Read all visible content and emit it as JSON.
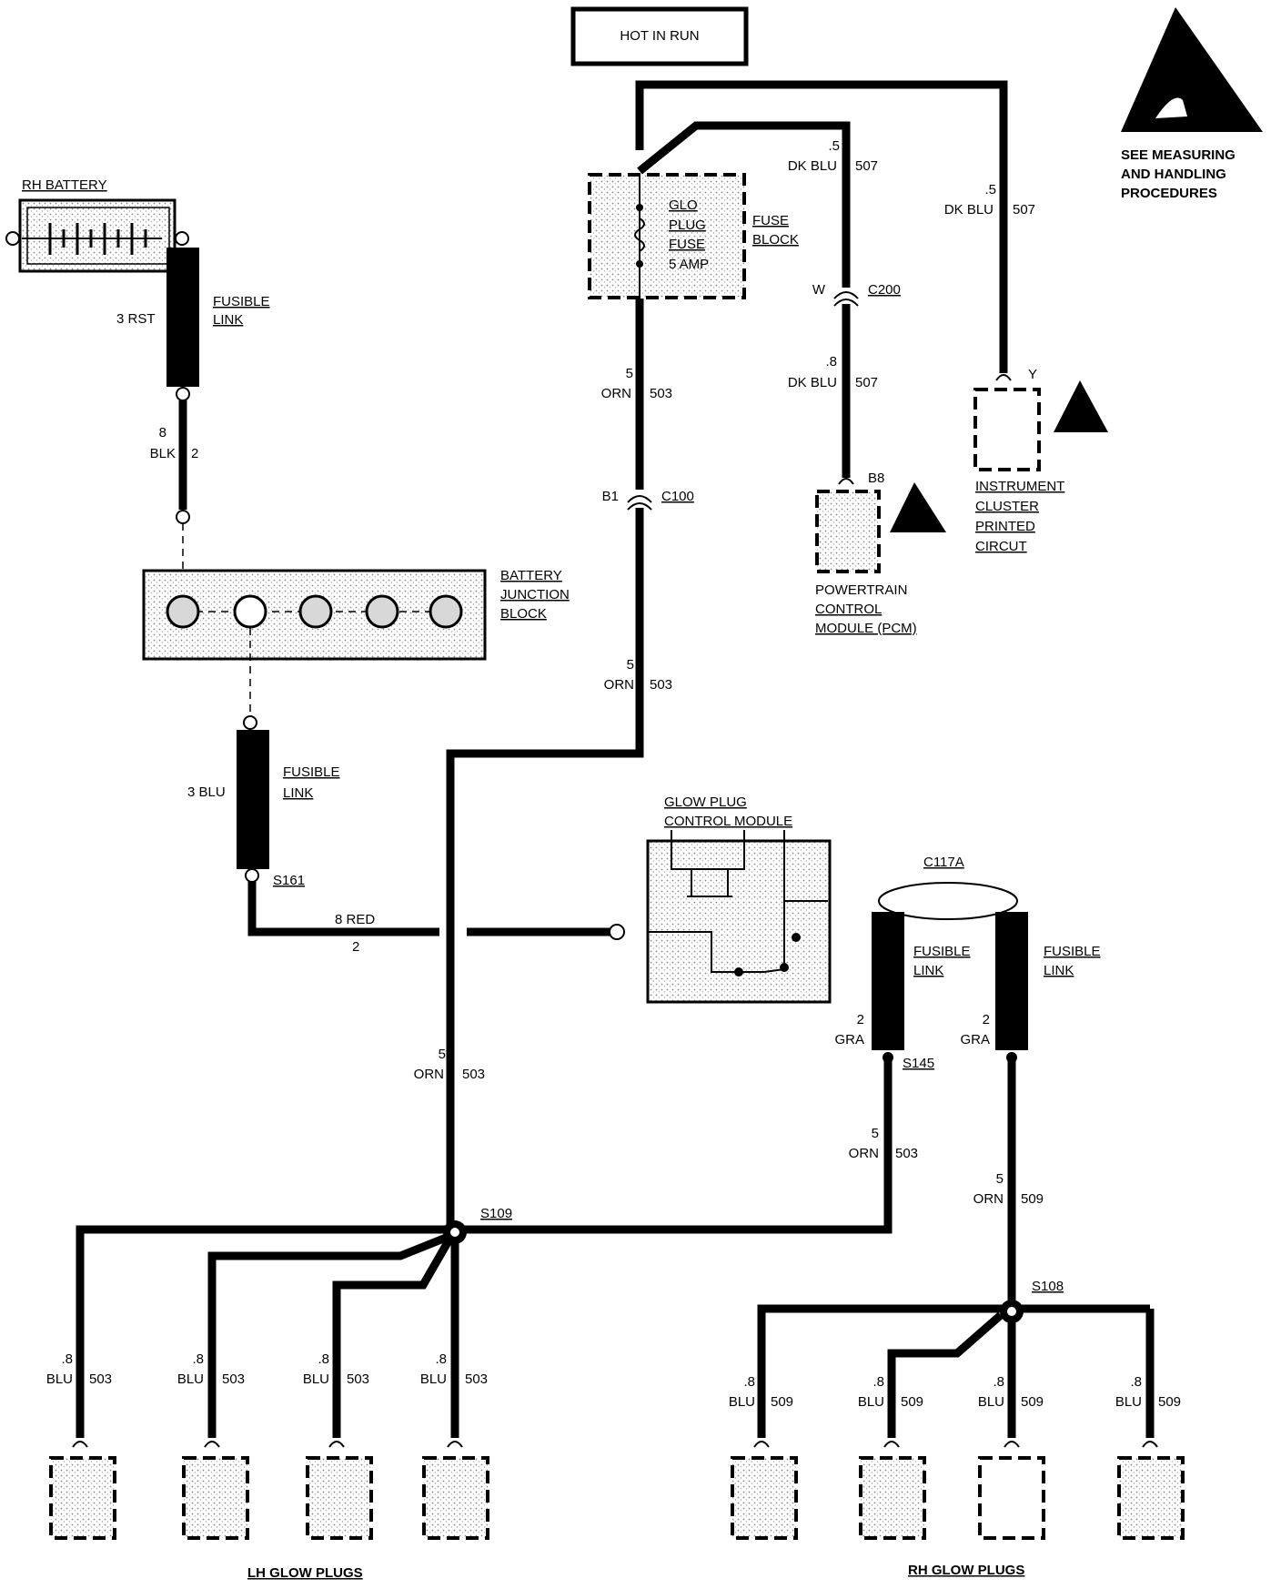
{
  "header": {
    "hot_label": "HOT IN RUN"
  },
  "esd_notice": {
    "line1": "SEE MEASURING",
    "line2": "AND HANDLING",
    "line3": "PROCEDURES"
  },
  "battery": {
    "label": "RH BATTERY",
    "wire_gauge_color": "3 RST",
    "wire_lower_gauge": "8",
    "wire_lower_color": "BLK",
    "wire_lower_circuit": "2"
  },
  "fusible_link_1": {
    "line1": "FUSIBLE",
    "line2": "LINK"
  },
  "junction_block": {
    "line1": "BATTERY",
    "line2": "JUNCTION",
    "line3": "BLOCK"
  },
  "fusible_link_2": {
    "line1": "FUSIBLE",
    "line2": "LINK",
    "wire": "3 BLU",
    "splice": "S161",
    "out_wire": "8 RED",
    "out_circuit": "2"
  },
  "fuse_block": {
    "fuse_line1": "GLO",
    "fuse_line2": "PLUG",
    "fuse_line3": "FUSE",
    "fuse_rating": "5 AMP",
    "block_line1": "FUSE",
    "block_line2": "BLOCK"
  },
  "wire_503_top": {
    "gauge": "5",
    "color": "ORN",
    "circuit": "503"
  },
  "connector_c100": {
    "pin": "B1",
    "name": "C100"
  },
  "wire_503_mid": {
    "gauge": "5",
    "color": "ORN",
    "circuit": "503"
  },
  "wire_507_top": {
    "gauge": ".5",
    "color": "DK BLU",
    "circuit": "507"
  },
  "connector_c200": {
    "pin": "W",
    "name": "C200"
  },
  "wire_507_low": {
    "gauge": ".8",
    "color": "DK BLU",
    "circuit": "507"
  },
  "pcm": {
    "pin": "B8",
    "line1": "POWERTRAIN",
    "line2": "CONTROL",
    "line3": "MODULE (PCM)"
  },
  "wire_507_right": {
    "gauge": ".5",
    "color": "DK BLU",
    "circuit": "507"
  },
  "ipc": {
    "pin": "Y",
    "line1": "INSTRUMENT",
    "line2": "CLUSTER",
    "line3": "PRINTED",
    "line4": "CIRCUT"
  },
  "glow_module": {
    "line1": "GLOW PLUG",
    "line2": "CONTROL MODULE"
  },
  "wire_503_lower": {
    "gauge": "5",
    "color": "ORN",
    "circuit": "503"
  },
  "connector_c117a": {
    "name": "C117A"
  },
  "fusible_link_3": {
    "line1": "FUSIBLE",
    "line2": "LINK",
    "gauge": "2",
    "color": "GRA"
  },
  "fusible_link_4": {
    "line1": "FUSIBLE",
    "line2": "LINK",
    "gauge": "2",
    "color": "GRA"
  },
  "splice_s145": {
    "name": "S145"
  },
  "wire_503_s145": {
    "gauge": "5",
    "color": "ORN",
    "circuit": "503"
  },
  "wire_509": {
    "gauge": "5",
    "color": "ORN",
    "circuit": "509"
  },
  "splice_s109": {
    "name": "S109"
  },
  "splice_s108": {
    "name": "S108"
  },
  "lh_plugs": {
    "title": "LH GLOW PLUGS",
    "wires": [
      {
        "gauge": ".8",
        "color": "BLU",
        "circuit": "503"
      },
      {
        "gauge": ".8",
        "color": "BLU",
        "circuit": "503"
      },
      {
        "gauge": ".8",
        "color": "BLU",
        "circuit": "503"
      },
      {
        "gauge": ".8",
        "color": "BLU",
        "circuit": "503"
      }
    ]
  },
  "rh_plugs": {
    "title": "RH GLOW PLUGS",
    "wires": [
      {
        "gauge": ".8",
        "color": "BLU",
        "circuit": "509"
      },
      {
        "gauge": ".8",
        "color": "BLU",
        "circuit": "509"
      },
      {
        "gauge": ".8",
        "color": "BLU",
        "circuit": "509"
      },
      {
        "gauge": ".8",
        "color": "BLU",
        "circuit": "509"
      }
    ]
  }
}
